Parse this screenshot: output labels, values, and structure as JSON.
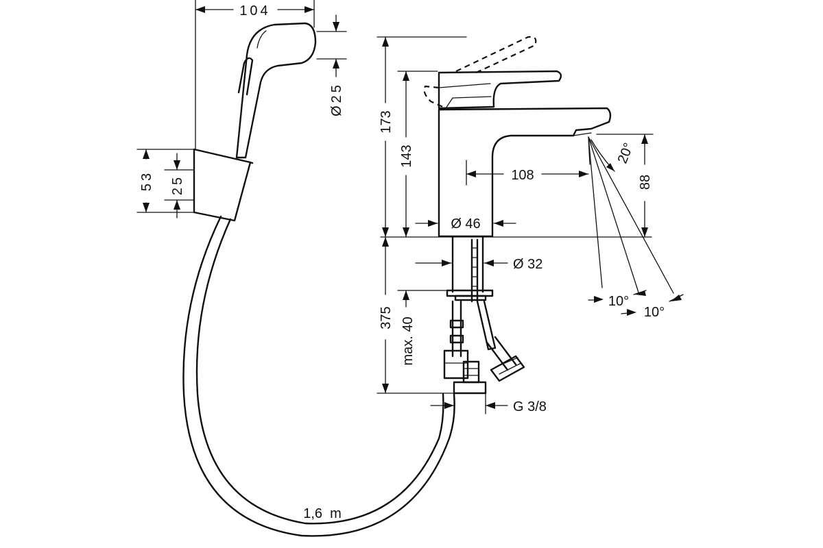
{
  "dimensions": {
    "handshower_width": "104",
    "handshower_diameter": "Ø25",
    "holder_height": "53",
    "holder_inner": "25",
    "mixer_height_total": "173",
    "mixer_height_spout": "143",
    "spout_reach": "108",
    "spout_height": "88",
    "body_diameter": "Ø 46",
    "shank_diameter": "Ø 32",
    "below_deck_length": "375",
    "max_deck_thickness": "max. 40",
    "connection_thread": "G 3/8",
    "spray_angle": "20°",
    "tilt_angle_1": "10°",
    "tilt_angle_2": "10°",
    "hose_length": "1,6  m"
  }
}
